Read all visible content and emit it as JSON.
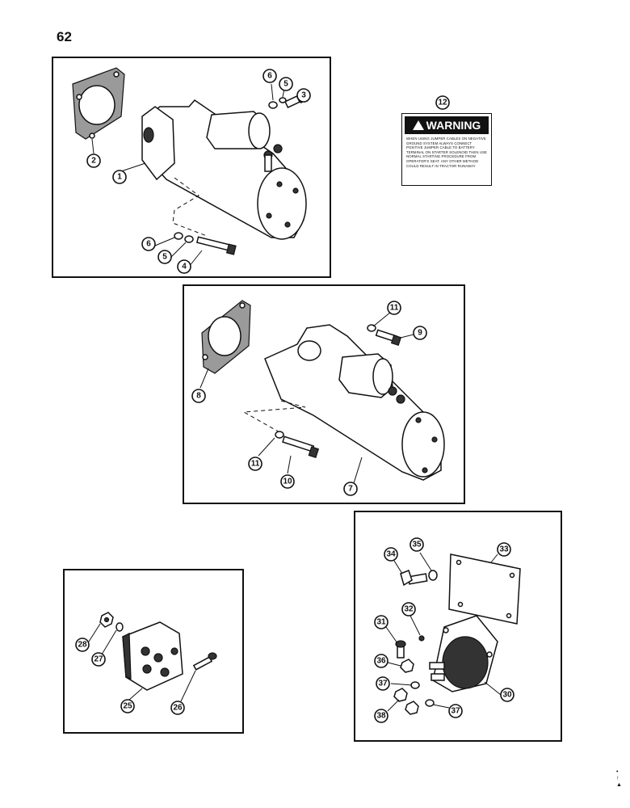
{
  "page": {
    "number": "62"
  },
  "panels": {
    "starter_a": {
      "callouts": [
        "6",
        "5",
        "3",
        "2",
        "1",
        "6",
        "5",
        "4"
      ]
    },
    "warning": {
      "callout": "12",
      "heading": "WARNING",
      "text": "WHEN USING JUMPER CABLES ON NEGATIVE GROUND SYSTEM ALWAYS CONNECT POSITIVE JUMPER CABLE TO BATTERY TERMINAL ON STARTER SOLENOID THEN USE NORMAL STARTING PROCEDURE FROM OPERATOR'S SEAT. ANY OTHER METHOD COULD RESULT IN TRACTOR RUNAWAY"
    },
    "starter_b": {
      "callouts": [
        "11",
        "9",
        "8",
        "11",
        "10",
        "7"
      ]
    },
    "solenoid_a": {
      "callouts": [
        "28",
        "27",
        "25",
        "26"
      ]
    },
    "solenoid_b": {
      "callouts": [
        "34",
        "35",
        "33",
        "32",
        "31",
        "36",
        "37",
        "38",
        "37",
        "30"
      ]
    }
  },
  "corner_marks": [
    "•",
    "↑",
    "▲"
  ]
}
